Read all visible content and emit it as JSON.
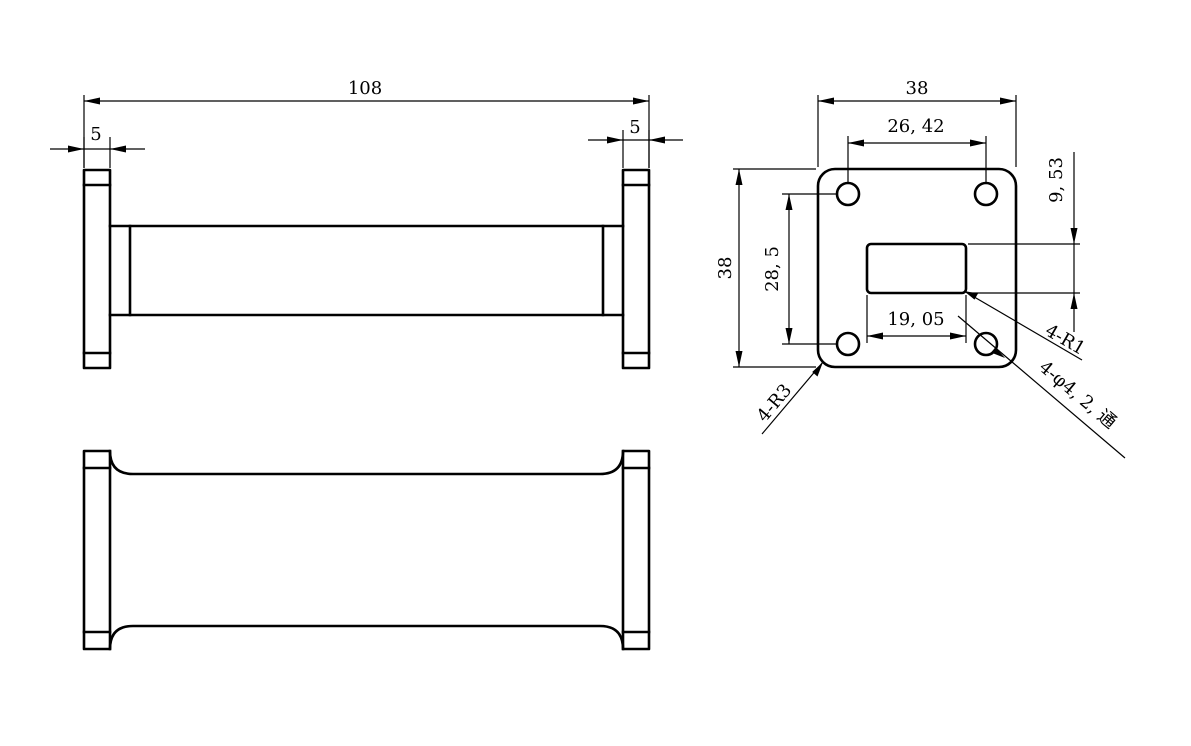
{
  "dimensions": {
    "overall_length": "108",
    "flange_thickness_left": "5",
    "flange_thickness_right": "5",
    "flange_width": "38",
    "flange_height": "38",
    "hole_spacing_horizontal": "26, 42",
    "hole_spacing_vertical": "28, 5",
    "slot_width": "19, 05",
    "slot_height": "9, 53",
    "slot_corner_radius": "4-R1",
    "flange_corner_radius": "4-R3",
    "through_holes": "4-φ4, 2, 通"
  }
}
